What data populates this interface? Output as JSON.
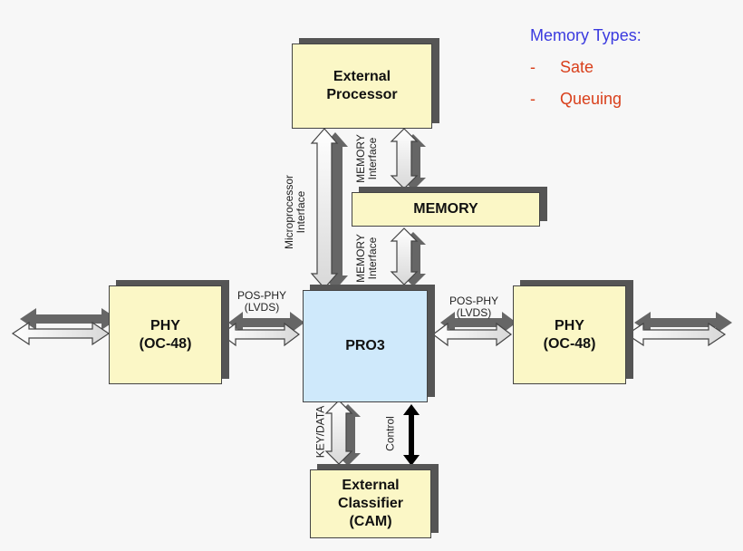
{
  "blocks": {
    "external_processor": [
      "External",
      "Processor"
    ],
    "memory": "MEMORY",
    "pro3": "PRO3",
    "phy_left": [
      "PHY",
      "(OC-48)"
    ],
    "phy_right": [
      "PHY",
      "(OC-48)"
    ],
    "external_classifier": [
      "External",
      "Classifier",
      "(CAM)"
    ]
  },
  "connection_labels": {
    "pos_phy_left": [
      "POS-PHY",
      "(LVDS)"
    ],
    "pos_phy_right": [
      "POS-PHY",
      "(LVDS)"
    ],
    "microprocessor_interface": [
      "Microprocessor",
      "Interface"
    ],
    "memory_interface_top": [
      "MEMORY",
      "Interface"
    ],
    "memory_interface_bottom": [
      "MEMORY",
      "Interface"
    ],
    "key_data": "KEY/DATA",
    "control": "Control"
  },
  "legend": {
    "heading": "Memory Types:",
    "items": [
      "Sate",
      "Queuing"
    ],
    "bullet": "-"
  },
  "colors": {
    "box_yellow": "#fbf7c6",
    "box_blue": "#cfe9fb",
    "legend_heading": "#3a3adf",
    "legend_items": "#d9401c"
  }
}
